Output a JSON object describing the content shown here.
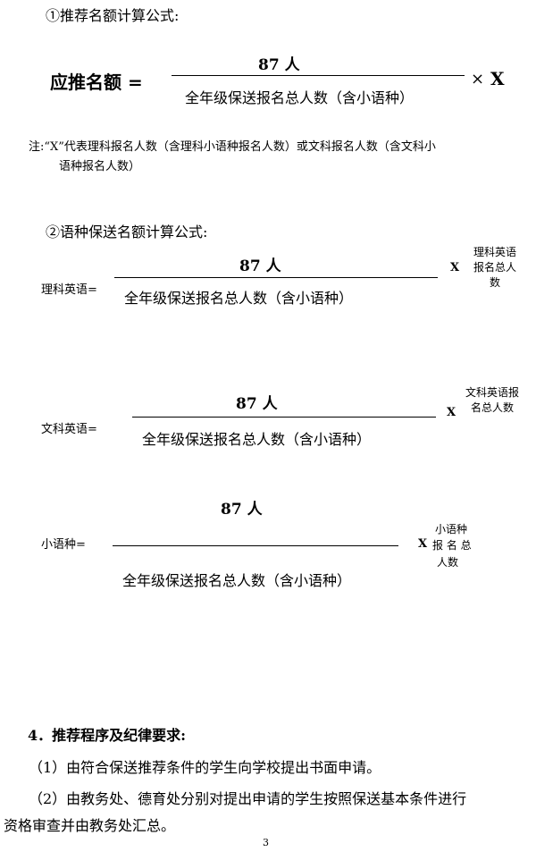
{
  "section1": {
    "heading": "①推荐名额计算公式:",
    "lhs": "应推名额 =",
    "numerator": "87 人",
    "denominator": "全年级保送报名总人数（含小语种）",
    "times_symbol": "×",
    "multiplier": "X",
    "note_line1": "注:“X”代表理科报名人数（含理科小语种报名人数）或文科报名人数（含文科小",
    "note_line2": "语种报名人数）"
  },
  "section2": {
    "heading": "②语种保送名额计算公式:",
    "formulas": [
      {
        "lhs": "理科英语=",
        "numerator": "87 人",
        "denominator": "全年级保送报名总人数（含小语种）",
        "multiplier": "X",
        "note": "理科英语报名总人数"
      },
      {
        "lhs": "文科英语=",
        "numerator": "87 人",
        "denominator": "全年级保送报名总人数（含小语种）",
        "multiplier": "X",
        "note": "文科英语报名总人数"
      },
      {
        "lhs": "小语种=",
        "numerator": "87 人",
        "denominator": "全年级保送报名总人数（含小语种）",
        "multiplier": "X",
        "note_line1": "小语种",
        "note_line2": "报 名 总",
        "note_line3": "人数"
      }
    ]
  },
  "section4": {
    "heading": "4．推荐程序及纪律要求:",
    "item1": "（1）由符合保送推荐条件的学生向学校提出书面申请。",
    "item2_line1": "（2）由教务处、德育处分别对提出申请的学生按照保送基本条件进行",
    "item2_line2": "资格审查并由教务处汇总。"
  },
  "footer": {
    "page_number": "3"
  }
}
